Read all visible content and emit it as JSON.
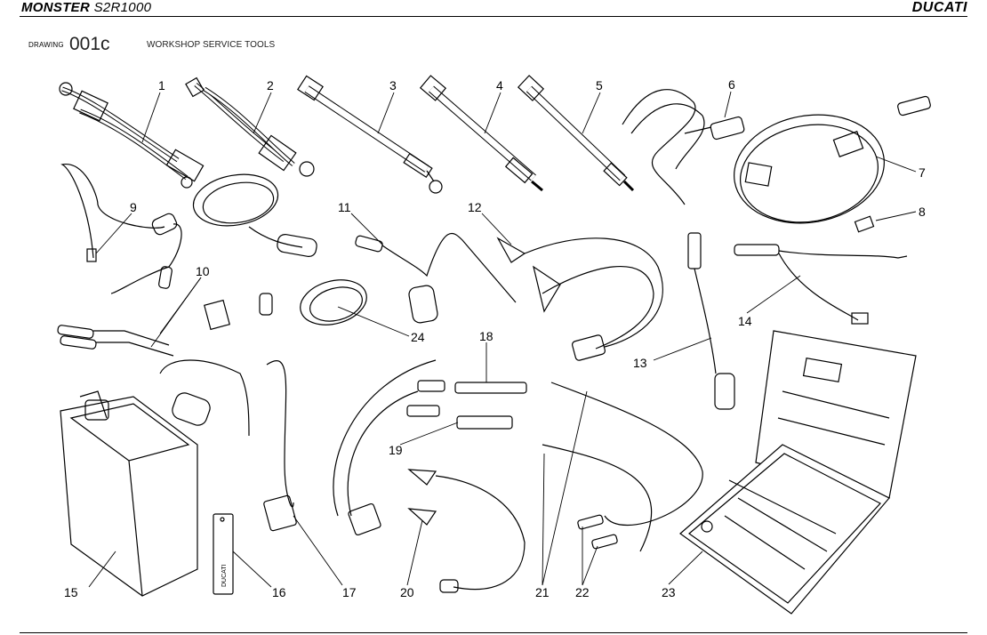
{
  "header": {
    "model_bold": "MONSTER",
    "model_rest": "S2R1000",
    "brand": "DUCATI"
  },
  "drawing": {
    "label": "DRAWING",
    "number": "001c",
    "title": "WORKSHOP SERVICE TOOLS"
  },
  "stamp_text": "DUCATI",
  "callouts": [
    "1",
    "2",
    "3",
    "4",
    "5",
    "6",
    "7",
    "8",
    "9",
    "10",
    "11",
    "12",
    "13",
    "14",
    "15",
    "16",
    "17",
    "18",
    "19",
    "20",
    "21",
    "22",
    "23",
    "24"
  ]
}
